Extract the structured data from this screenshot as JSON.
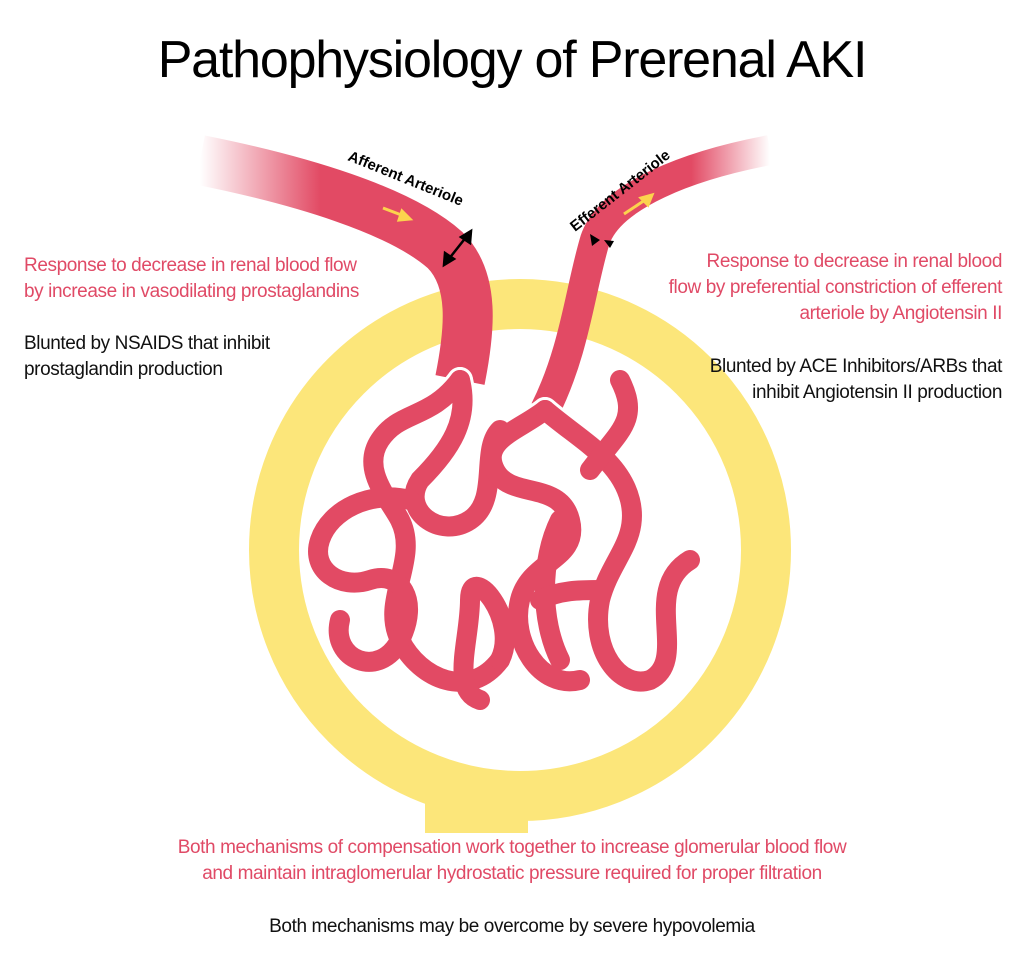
{
  "title": "Pathophysiology of Prerenal AKI",
  "labels": {
    "afferent": "Afferent Arteriole",
    "efferent": "Efferent Arteriole"
  },
  "left": {
    "response": [
      "Response to decrease in renal blood flow",
      "by increase in vasodilating prostaglandins"
    ],
    "blunted": [
      "Blunted by NSAIDS that inhibit",
      "prostaglandin production"
    ]
  },
  "right": {
    "response": [
      "Response to decrease in renal blood",
      "flow by preferential constriction of efferent",
      "arteriole by Angiotensin II"
    ],
    "blunted": [
      "Blunted by ACE Inhibitors/ARBs that",
      "inhibit Angiotensin II production"
    ]
  },
  "bottom": {
    "summary": [
      "Both mechanisms of compensation work together to increase glomerular blood flow",
      "and maintain intraglomerular hydrostatic pressure required for proper filtration"
    ],
    "note": "Both mechanisms may be overcome by severe hypovolemia"
  },
  "colors": {
    "vessel": "#e24a64",
    "capsule": "#fce67a",
    "arrow": "#fcd34d",
    "text_red": "#e04a66"
  }
}
